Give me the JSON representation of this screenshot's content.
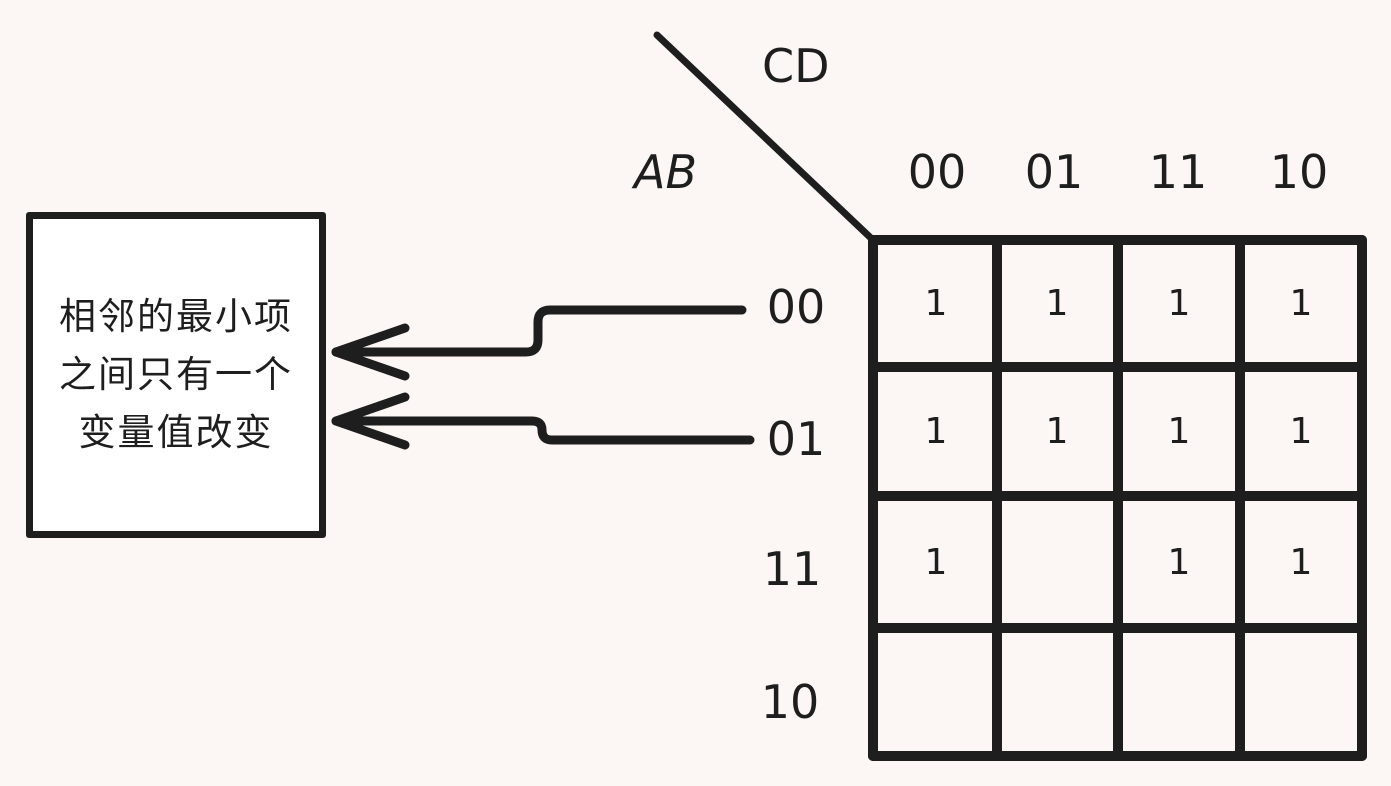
{
  "kmap": {
    "row_variable": "AB",
    "col_variable": "CD",
    "col_headers": [
      "00",
      "01",
      "11",
      "10"
    ],
    "row_headers": [
      "00",
      "01",
      "11",
      "10"
    ],
    "cells": [
      [
        "1",
        "1",
        "1",
        "1"
      ],
      [
        "1",
        "1",
        "1",
        "1"
      ],
      [
        "1",
        "",
        "1",
        "1"
      ],
      [
        "",
        "",
        "",
        ""
      ]
    ]
  },
  "note": {
    "text": "相邻的最小项之间只有一个变量值改变"
  },
  "colors": {
    "background": "#fcf7f4",
    "ink": "#1e1e1e",
    "box_fill": "#ffffff"
  }
}
